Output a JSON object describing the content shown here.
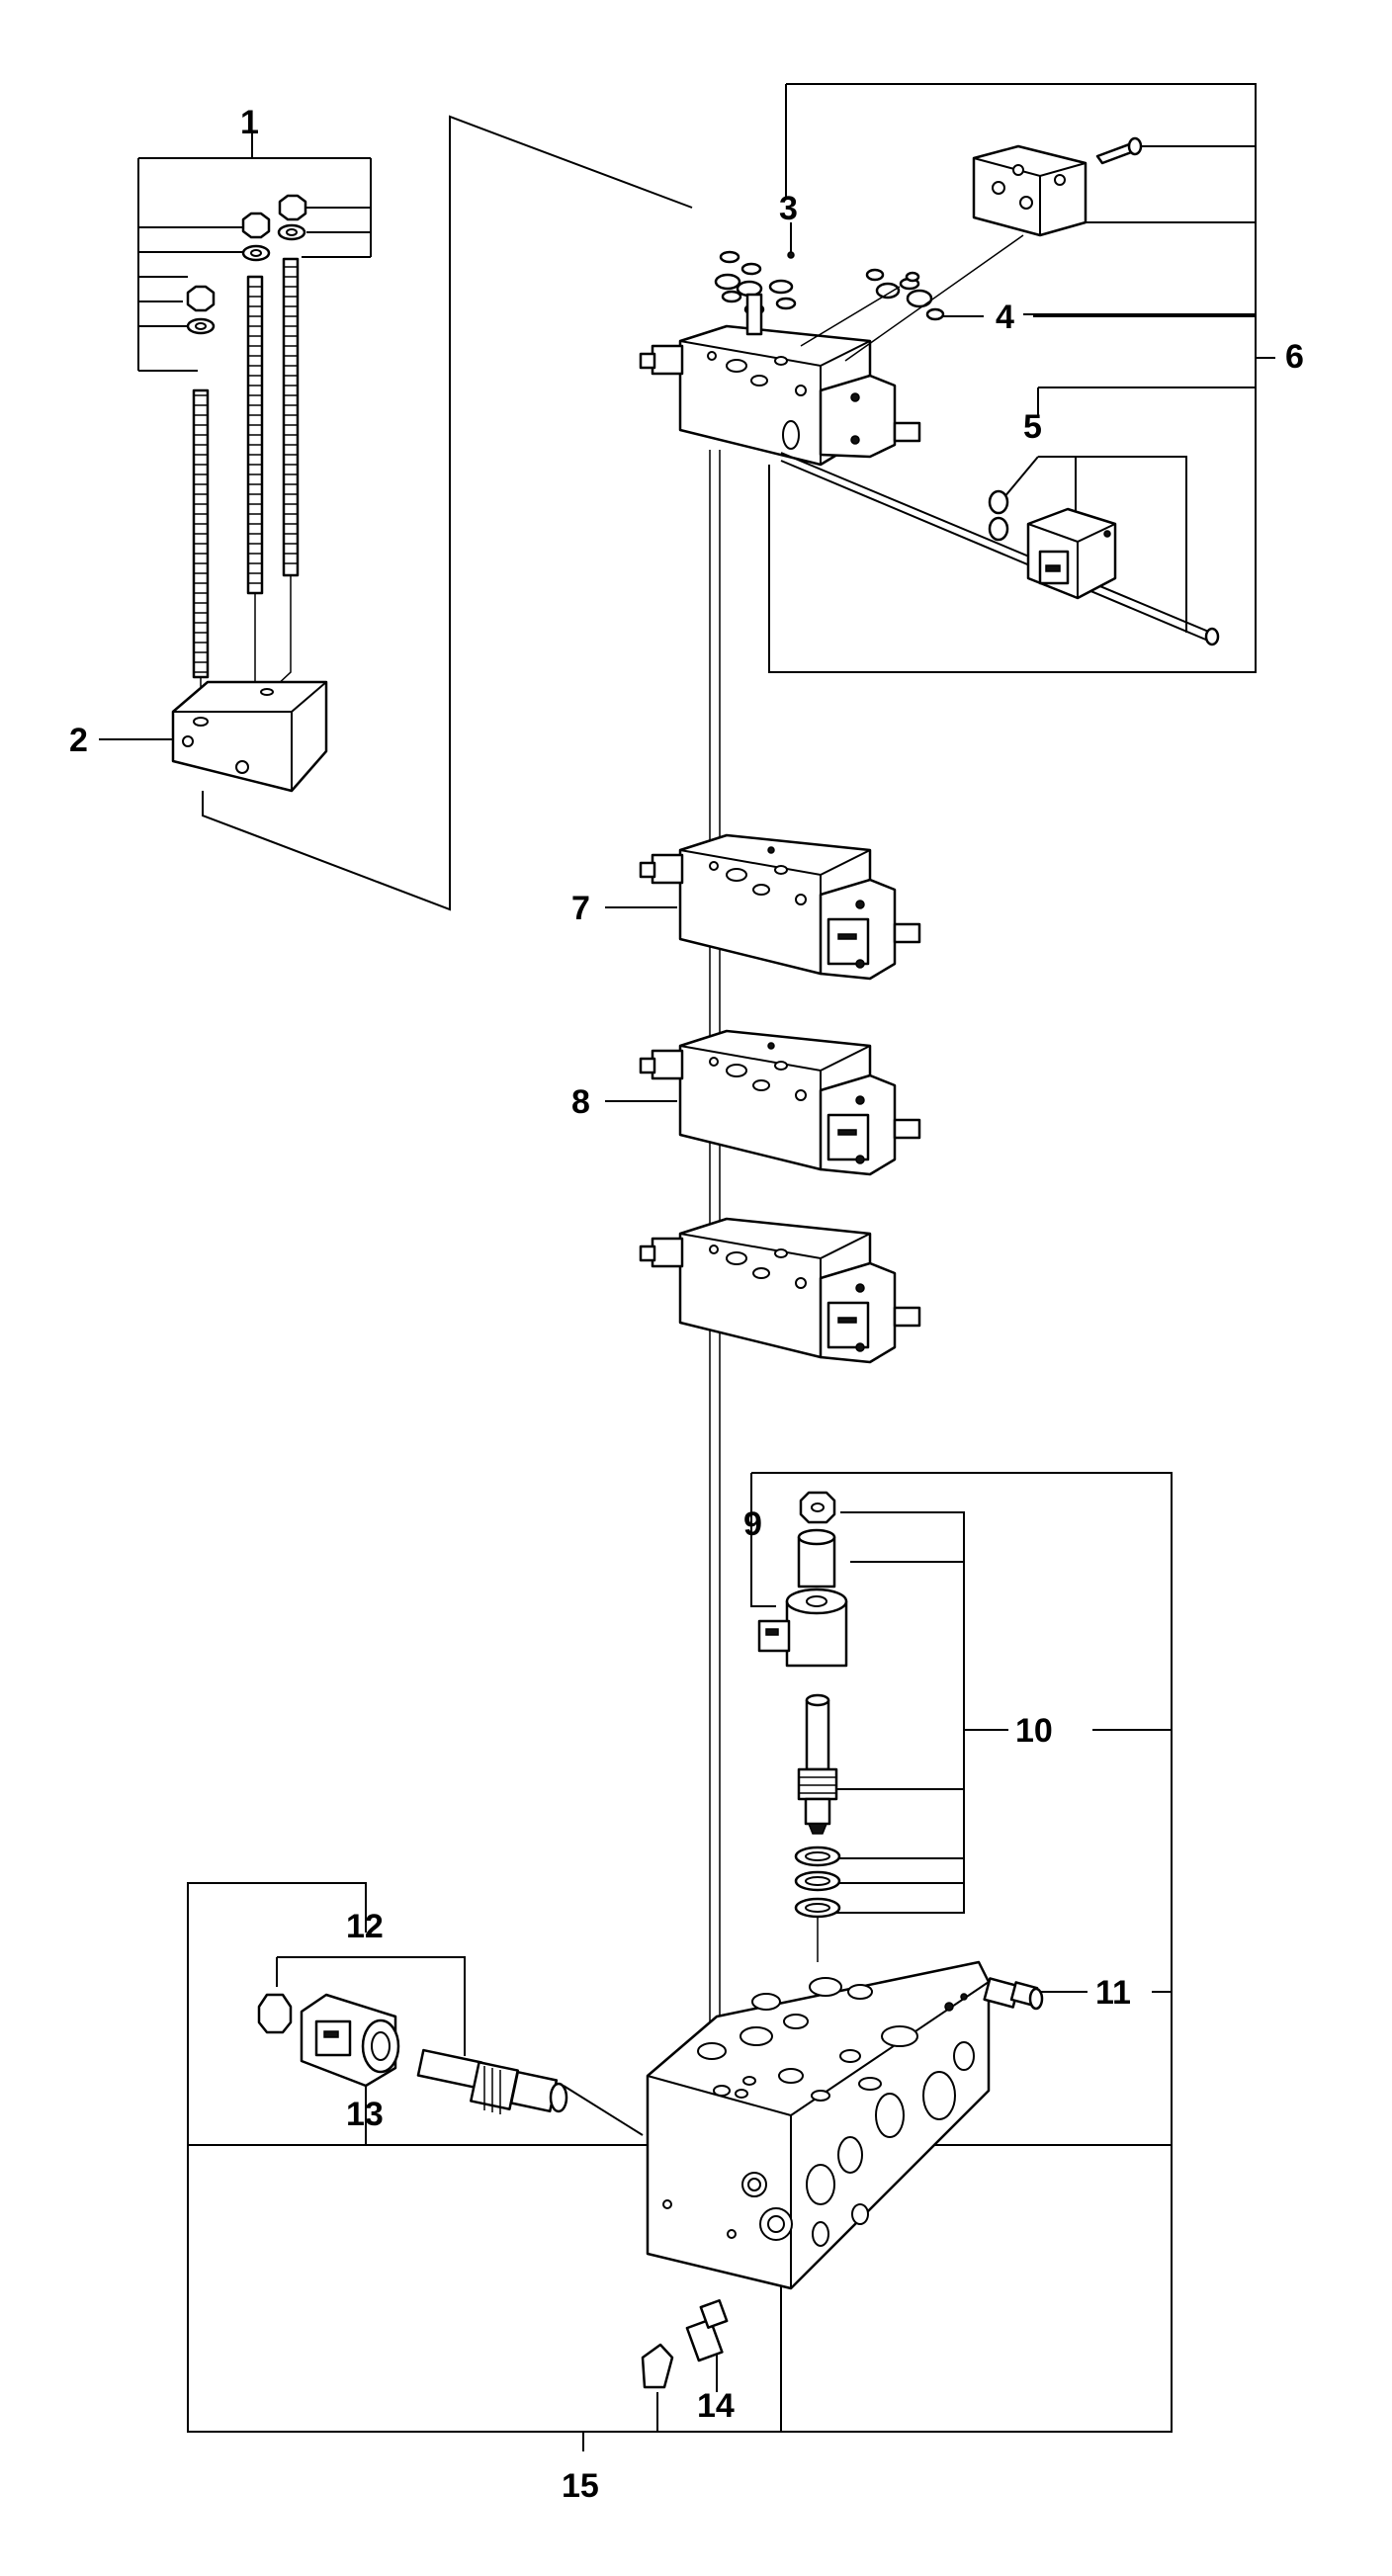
{
  "figure": {
    "type": "exploded parts diagram",
    "subject": "hydraulic valve bank assembly"
  },
  "callouts": [
    {
      "id": "1",
      "label": "1"
    },
    {
      "id": "2",
      "label": "2"
    },
    {
      "id": "3",
      "label": "3"
    },
    {
      "id": "4",
      "label": "4"
    },
    {
      "id": "5",
      "label": "5"
    },
    {
      "id": "6",
      "label": "6"
    },
    {
      "id": "7",
      "label": "7"
    },
    {
      "id": "8",
      "label": "8"
    },
    {
      "id": "9",
      "label": "9"
    },
    {
      "id": "10",
      "label": "10"
    },
    {
      "id": "11",
      "label": "11"
    },
    {
      "id": "12",
      "label": "12"
    },
    {
      "id": "13",
      "label": "13"
    },
    {
      "id": "14",
      "label": "14"
    },
    {
      "id": "15",
      "label": "15"
    }
  ],
  "colors": {
    "line": "#000000",
    "background": "#ffffff",
    "shade": "#e8e8e8"
  }
}
